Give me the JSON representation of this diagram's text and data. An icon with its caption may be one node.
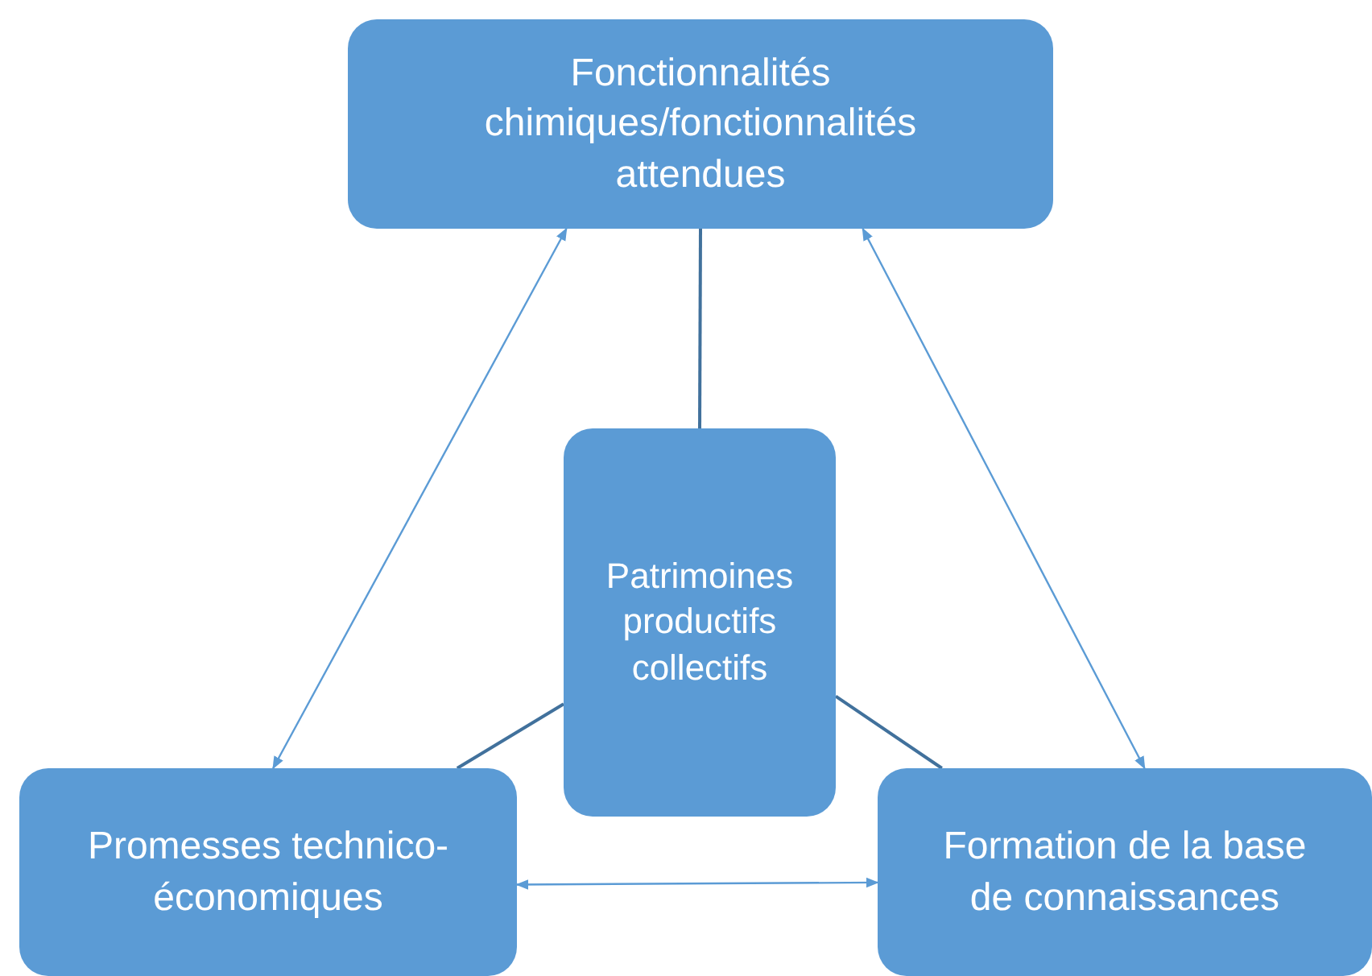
{
  "diagram": {
    "nodes": [
      {
        "text": [
          "Fonctionnalités chimiques/fonctionnalités attendues"
        ]
      },
      {
        "text": [
          "Patrimoines productifs collectifs"
        ]
      },
      {
        "text": [
          "Promesses technico-économiques"
        ]
      },
      {
        "text": [
          "Formation de la base de connaissances"
        ]
      }
    ],
    "edges": [
      {
        "from": 0,
        "to": 1,
        "arrow": "none",
        "color": "#41719c"
      },
      {
        "from": 1,
        "to": 2,
        "arrow": "none",
        "color": "#41719c"
      },
      {
        "from": 1,
        "to": 3,
        "arrow": "none",
        "color": "#41719c"
      },
      {
        "from": 0,
        "to": 2,
        "arrow": "both"
      },
      {
        "from": 0,
        "to": 3,
        "arrow": "both"
      },
      {
        "from": 2,
        "to": 3,
        "arrow": "both"
      }
    ]
  }
}
